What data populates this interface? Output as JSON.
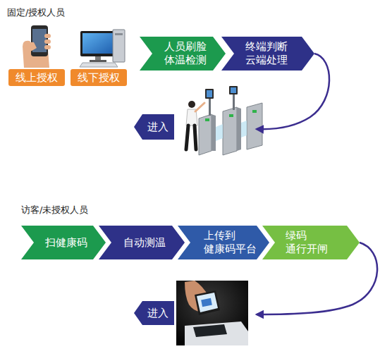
{
  "diagram": {
    "nodes": [
      {
        "text": [
          "线上授权"
        ]
      },
      {
        "text": [
          "线下授权"
        ]
      },
      {
        "text": [
          "人员刷脸 体温检测"
        ]
      },
      {
        "text": [
          "终端判断 云端处理"
        ]
      },
      {
        "text": [
          "进入"
        ]
      },
      {
        "text": [
          "扫健康码"
        ]
      },
      {
        "text": [
          "自动测温"
        ]
      },
      {
        "text": [
          "上传到 健康码平台"
        ]
      },
      {
        "text": [
          "绿码 通行开闸"
        ]
      },
      {
        "text": [
          "进入"
        ]
      }
    ],
    "labels": [
      "固定/授权人员",
      "访客/未授权人员"
    ]
  }
}
